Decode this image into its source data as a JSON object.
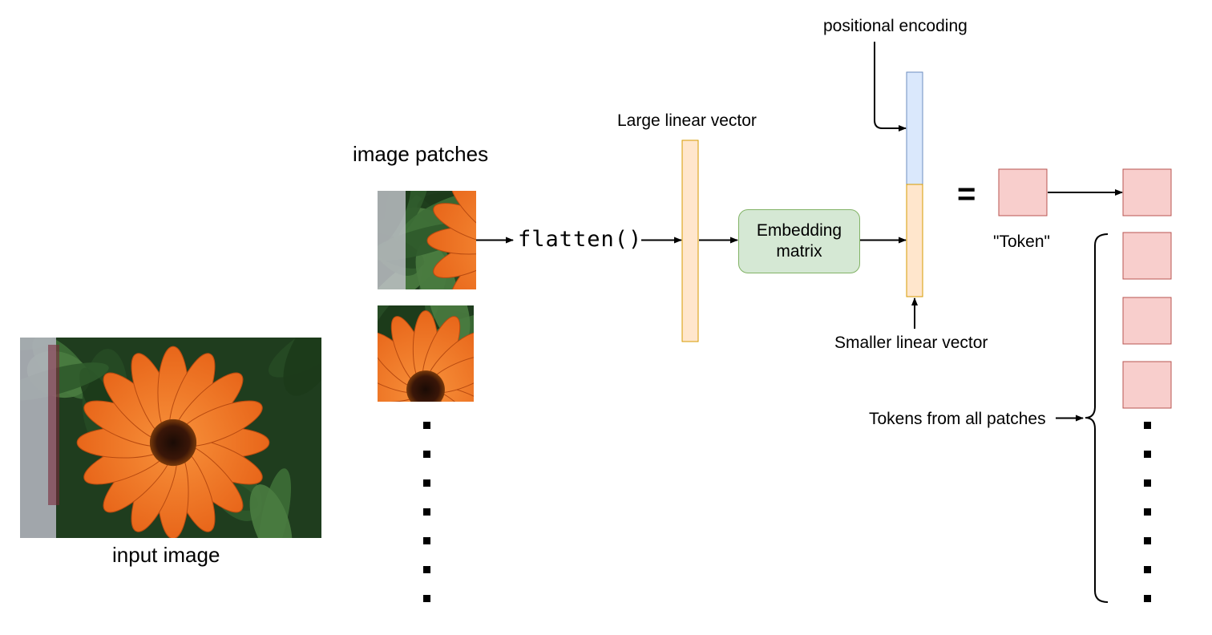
{
  "labels": {
    "input_image": "input image",
    "image_patches": "image patches",
    "flatten": "flatten()",
    "large_vector": "Large linear vector",
    "embedding_matrix_line1": "Embedding",
    "embedding_matrix_line2": "matrix",
    "positional_encoding": "positional encoding",
    "smaller_vector": "Smaller linear vector",
    "equals": "=",
    "token": "\"Token\"",
    "tokens_from_all": "Tokens from all patches"
  },
  "colors": {
    "vector_fill": "#ffe6cc",
    "vector_stroke": "#d79b00",
    "positional_fill": "#dae8fc",
    "positional_stroke": "#6c8ebf",
    "embedding_fill": "#d5e8d4",
    "embedding_stroke": "#82b366",
    "token_fill": "#f8cecc",
    "token_stroke": "#b85450",
    "petal": "#f07a22",
    "leaf": "#2f5a2b"
  },
  "icons": {
    "input_image": "orange-flower-photo",
    "patch_1": "flower-patch-photo",
    "patch_2": "flower-center-patch-photo"
  }
}
